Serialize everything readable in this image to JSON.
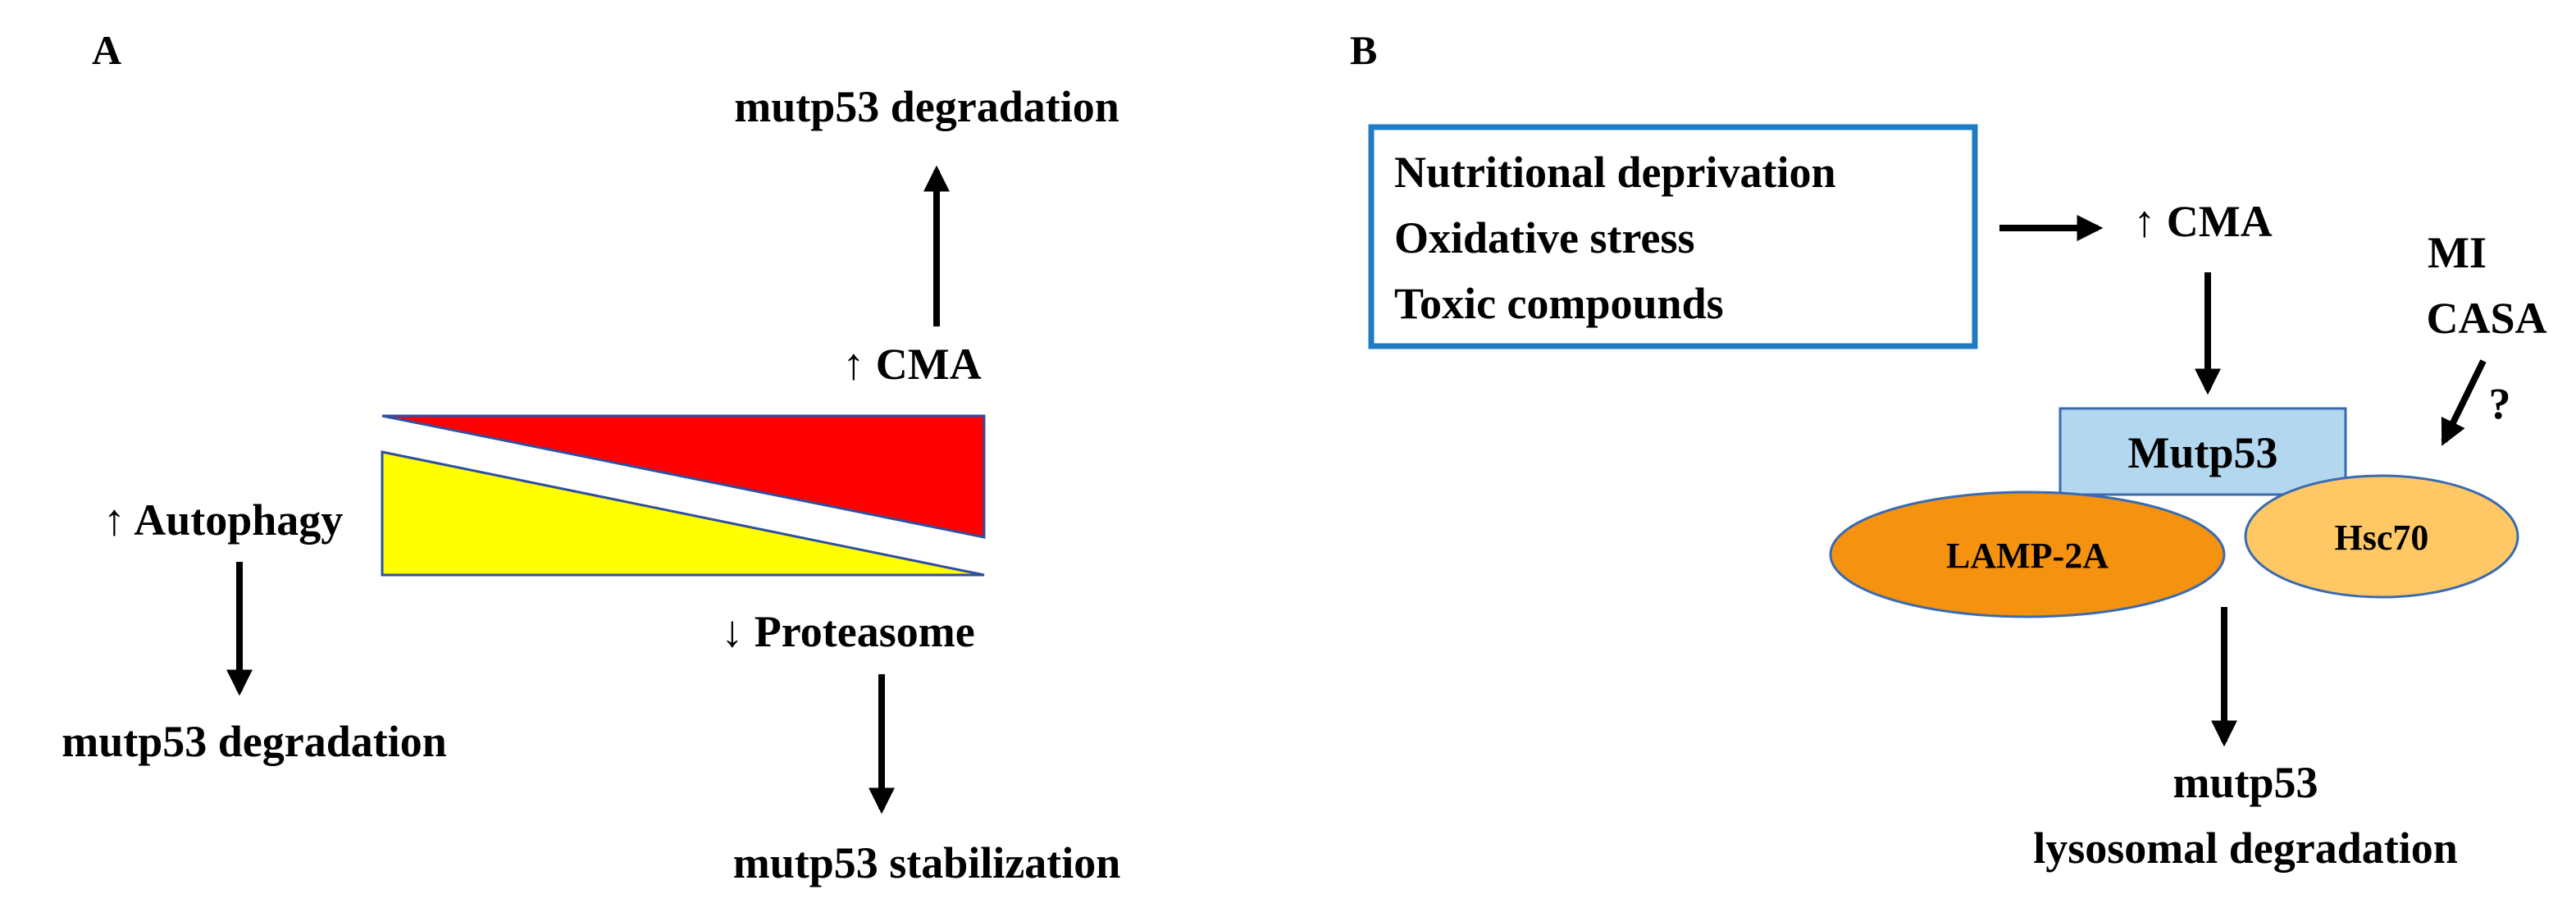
{
  "panel_a": {
    "letter": "A",
    "top_outcome": "mutp53 degradation",
    "cma_label": "↑ CMA",
    "autophagy_label": "↑ Autophagy",
    "autophagy_outcome": "mutp53 degradation",
    "proteasome_label": "↓ Proteasome",
    "proteasome_outcome": "mutp53 stabilization"
  },
  "panel_b": {
    "letter": "B",
    "stress_box": {
      "lines": [
        "Nutritional deprivation",
        "Oxidative stress",
        "Toxic compounds"
      ]
    },
    "cma_label": "↑ CMA",
    "drugs": [
      "MI",
      "CASA"
    ],
    "question_mark": "?",
    "mutp53_label": "Mutp53",
    "lamp_label": "LAMP-2A",
    "hsc70_label": "Hsc70",
    "outcome_lines": [
      "mutp53",
      "lysosomal degradation"
    ]
  },
  "colors": {
    "red_wedge": "#ff0000",
    "yellow_wedge": "#ffff00",
    "wedge_outline": "#2f4f9f",
    "stress_box_border": "#1e7bc4",
    "mutp53_fill": "#b4d7f0",
    "lamp_fill": "#f5920f",
    "hsc70_fill": "#ffc865",
    "shape_outline": "#3a6bb0"
  }
}
